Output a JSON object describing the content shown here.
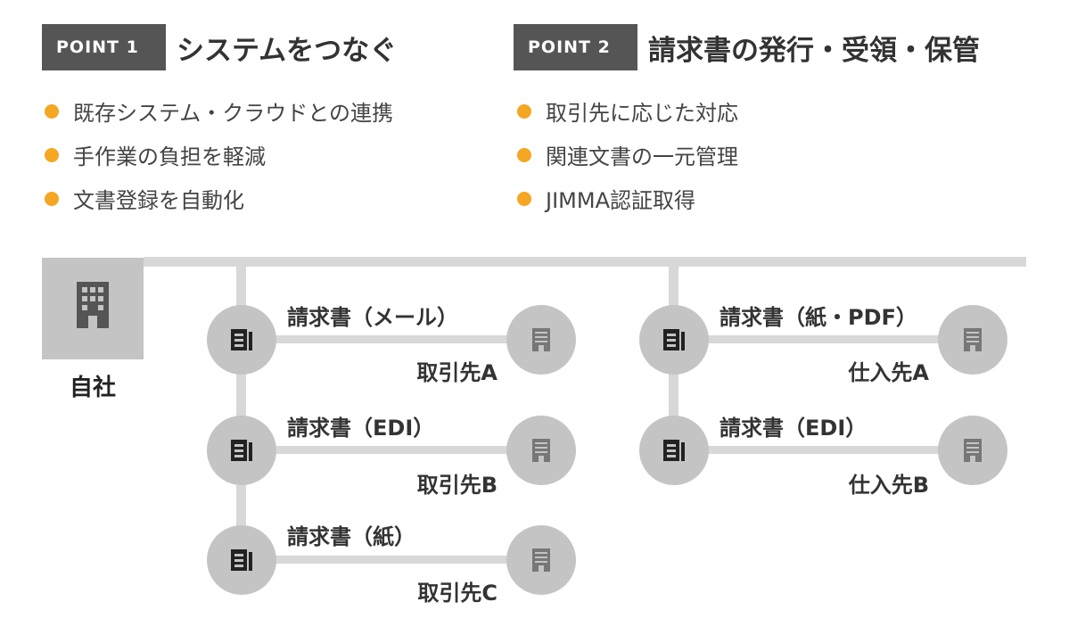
{
  "point1": {
    "label": "POINT 1",
    "title": "システムをつなぐ",
    "items": [
      "既存システム・クラウドとの連携",
      "手作業の負担を軽減",
      "文書登録を自動化"
    ]
  },
  "point2": {
    "label": "POINT 2",
    "title": "請求書の発行・受領・保管",
    "items": [
      "取引先に応じた対応",
      "関連文書の一元管理",
      "JIMMA認証取得"
    ]
  },
  "company": {
    "label": "自社"
  },
  "left_flows": [
    {
      "doc": "請求書（メール）",
      "partner": "取引先A"
    },
    {
      "doc": "請求書（EDI）",
      "partner": "取引先B"
    },
    {
      "doc": "請求書（紙）",
      "partner": "取引先C"
    }
  ],
  "right_flows": [
    {
      "doc": "請求書（紙・PDF）",
      "partner": "仕入先A"
    },
    {
      "doc": "請求書（EDI）",
      "partner": "仕入先B"
    }
  ],
  "colors": {
    "bullet": "#f5a623",
    "point_label_bg": "#555555",
    "node_gray": "#c4c4c4",
    "line_gray": "#d8d8d8"
  }
}
